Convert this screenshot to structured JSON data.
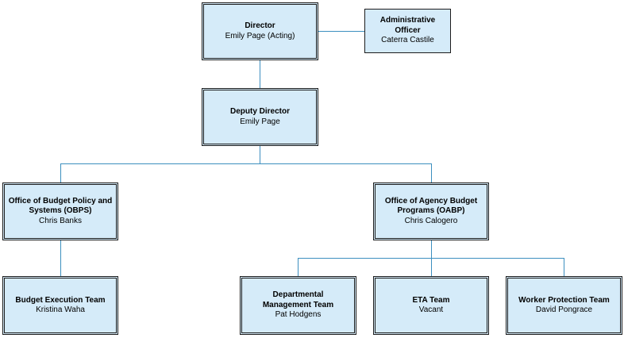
{
  "org_chart": {
    "director": {
      "title": "Director",
      "name": "Emily Page (Acting)"
    },
    "admin_officer": {
      "title": "Administrative Officer",
      "name": "Caterra Castile"
    },
    "deputy_director": {
      "title": "Deputy Director",
      "name": "Emily Page"
    },
    "obps": {
      "title": "Office of Budget Policy and Systems (OBPS)",
      "name": "Chris Banks"
    },
    "oabp": {
      "title": "Office of Agency Budget Programs (OABP)",
      "name": "Chris Calogero"
    },
    "budget_execution": {
      "title": "Budget Execution Team",
      "name": "Kristina Waha"
    },
    "departmental_mgmt": {
      "title": "Departmental Management Team",
      "name": "Pat Hodgens"
    },
    "eta": {
      "title": "ETA Team",
      "name": "Vacant"
    },
    "worker_protection": {
      "title": "Worker Protection Team",
      "name": "David Pongrace"
    }
  },
  "colors": {
    "box_fill": "#d5ebf9",
    "box_border": "#1c1c1c",
    "connector": "#3c8fbf"
  }
}
